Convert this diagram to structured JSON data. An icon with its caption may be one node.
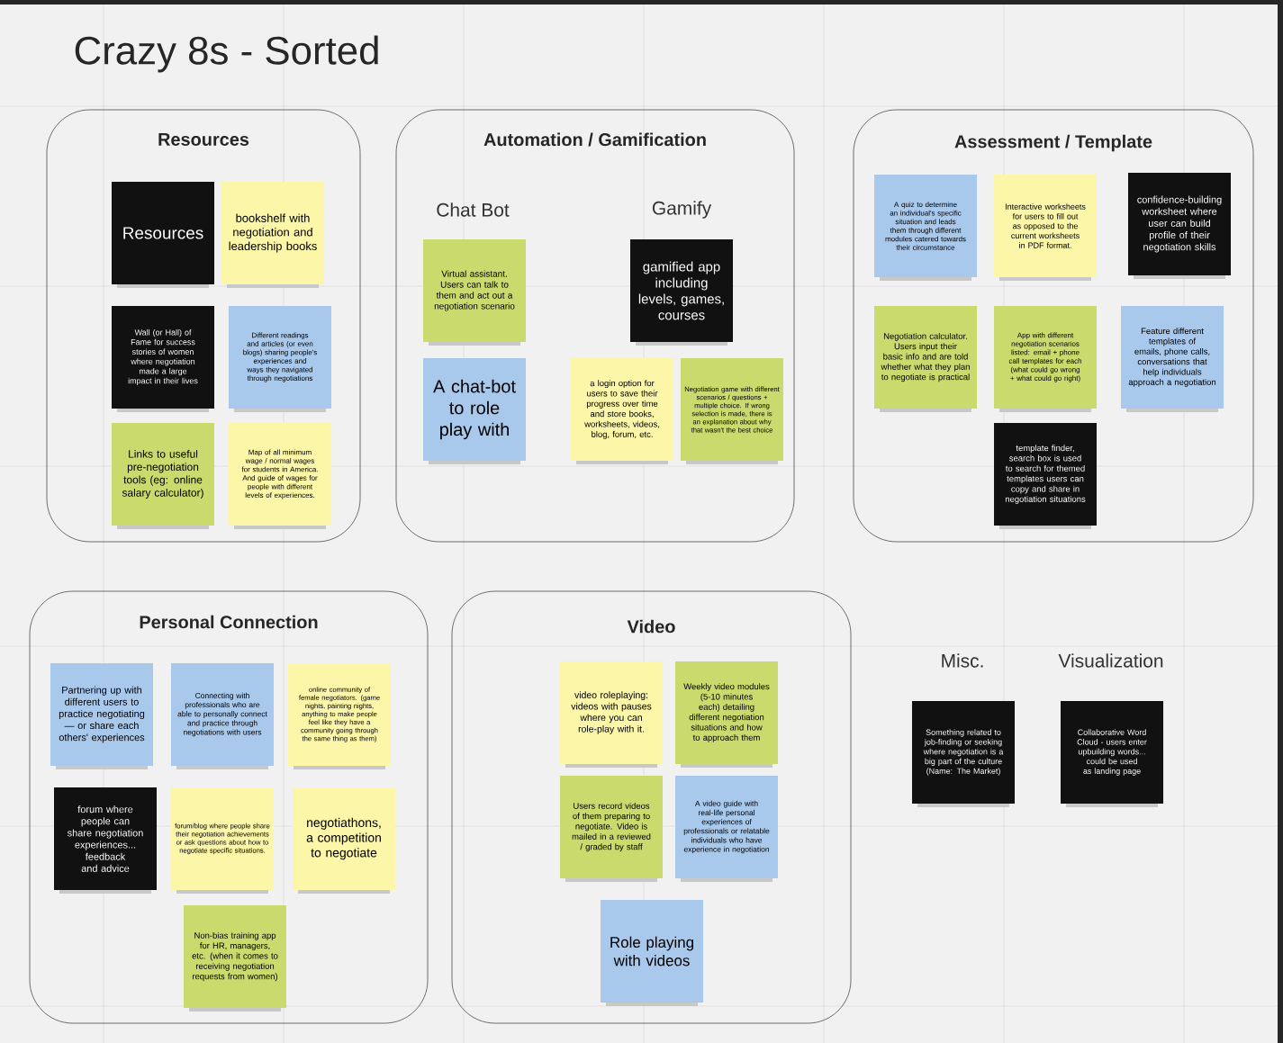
{
  "diagram": {
    "title": "Crazy 8s - Sorted",
    "nodes": [
      {
        "text": [
          "Resources"
        ]
      },
      {
        "text": [
          "Automation / Gamification"
        ]
      },
      {
        "text": [
          "Assessment / Template"
        ]
      },
      {
        "text": [
          "Personal Connection"
        ]
      },
      {
        "text": [
          "Video"
        ]
      },
      {
        "text": [
          "Resources"
        ],
        "in": 0
      },
      {
        "text": [
          "bookshelf with negotiation and leadership books"
        ],
        "in": 0
      },
      {
        "text": [
          "Wall (or Hall) of Fame for success stories of women where negotiation made a large impact in their lives"
        ],
        "in": 0
      },
      {
        "text": [
          "Different readings and articles (or even blogs) sharing people's experiences and ways they navigated through negotiations"
        ],
        "in": 0
      },
      {
        "text": [
          "Links to useful pre-negotiation tools (eg: online salary calculator)"
        ],
        "in": 0
      },
      {
        "text": [
          "Map of all minimum wage / normal wages for students in America. And guide of wages for people with different levels of experiences."
        ],
        "in": 0
      },
      {
        "text": [
          "Virtual assistant. Users can talk to them and act out a negotiation scenario"
        ],
        "in": 1
      },
      {
        "text": [
          "A chat-bot to role play with"
        ],
        "in": 1
      },
      {
        "text": [
          "gamified app including levels, games, courses"
        ],
        "in": 1
      },
      {
        "text": [
          "a login option for users to save their progress over time and store books, worksheets, videos, blog, forum, etc."
        ],
        "in": 1
      },
      {
        "text": [
          "Negotiation game with different scenarios / questions + multiple choice. If wrong selection is made, there is an explanation about why that wasn't the best choice"
        ],
        "in": 1
      },
      {
        "text": [
          "A quiz to determine an individual's specific situation and leads them through different modules catered towards their circumstance"
        ],
        "in": 2
      },
      {
        "text": [
          "Interactive worksheets for users to fill out as opposed to the current worksheets in PDF format."
        ],
        "in": 2
      },
      {
        "text": [
          "confidence-building worksheet where user can build profile of their negotiation skills"
        ],
        "in": 2
      },
      {
        "text": [
          "Negotiation calculator. Users input their basic info and are told whether what they plan to negotiate is practical"
        ],
        "in": 2
      },
      {
        "text": [
          "App with different negotiation scenarios listed: email + phone call templates for each (what could go wrong + what could go right)"
        ],
        "in": 2
      },
      {
        "text": [
          "Feature different templates of emails, phone calls, conversations that help individuals approach a negotiation"
        ],
        "in": 2
      },
      {
        "text": [
          "template finder, search box is used to search for themed templates users can copy and share in negotiation situations"
        ],
        "in": 2
      },
      {
        "text": [
          "Partnering up with different users to practice negotiating — or share each others' experiences"
        ],
        "in": 3
      },
      {
        "text": [
          "Connecting with professionals who are able to personally connect and practice through negotiations with users"
        ],
        "in": 3
      },
      {
        "text": [
          "online community of female negotiators. (game nights, painting nights, anything to make people feel like they have a community going through the same thing as them)"
        ],
        "in": 3
      },
      {
        "text": [
          "forum where people can share negotiation experiences... feedback and advice"
        ],
        "in": 3
      },
      {
        "text": [
          "forum/blog where people share their negotiation achievements or ask questions about how to negotiate specific situations."
        ],
        "in": 3
      },
      {
        "text": [
          "negotiathons, a competition to negotiate"
        ],
        "in": 3
      },
      {
        "text": [
          "Non-bias training app for HR, managers, etc. (when it comes to receiving negotiation requests from women)"
        ],
        "in": 3
      },
      {
        "text": [
          "video roleplaying: videos with pauses where you can role-play with it."
        ],
        "in": 4
      },
      {
        "text": [
          "Weekly video modules (5-10 minutes each) detailing different negotiation situations and how to approach them"
        ],
        "in": 4
      },
      {
        "text": [
          "Users record videos of them preparing to negotiate. Video is mailed in a reviewed / graded by staff"
        ],
        "in": 4
      },
      {
        "text": [
          "A video guide with real-life personal experiences of professionals or relatable individuals who have experience in negotiation"
        ],
        "in": 4
      },
      {
        "text": [
          "Role playing with videos"
        ],
        "in": 4
      },
      {
        "text": [
          "Something related to job-finding or seeking where negotiation is a big part of the culture (Name: The Market)"
        ]
      },
      {
        "text": [
          "Collaborative Word Cloud - users enter upbuilding words... could be used as landing page"
        ]
      }
    ],
    "labels": [
      "Chat Bot",
      "Gamify",
      "Misc.",
      "Visualization"
    ]
  }
}
